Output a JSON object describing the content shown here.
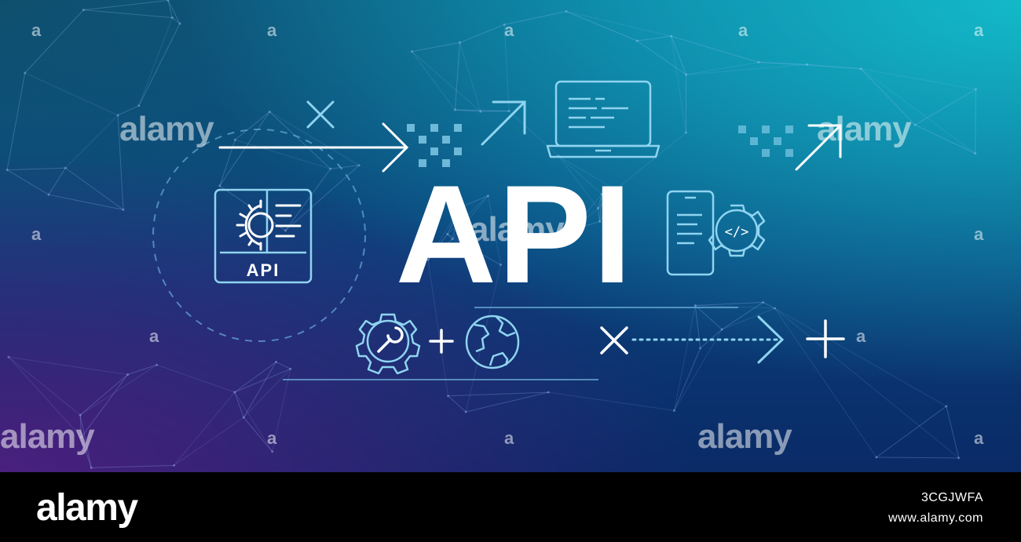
{
  "headline": "API",
  "badge_label": "API",
  "watermark_text": "alamy",
  "watermark_mark": "a",
  "footer": {
    "logo": "alamy",
    "image_id": "3CGJWFA",
    "url": "www.alamy.com"
  },
  "icons": [
    "settings-document-icon",
    "laptop-code-icon",
    "mobile-code-gear-icon",
    "wrench-gear-icon",
    "globe-icon",
    "arrow-right-icon",
    "arrow-diagonal-icon",
    "close-cross-icon",
    "plus-icon",
    "dotted-arrow-icon",
    "pixel-dots-icon"
  ],
  "colors": {
    "line_white": "#ffffff",
    "line_light_blue": "#8fd4f0",
    "footer_bg": "#000000"
  }
}
